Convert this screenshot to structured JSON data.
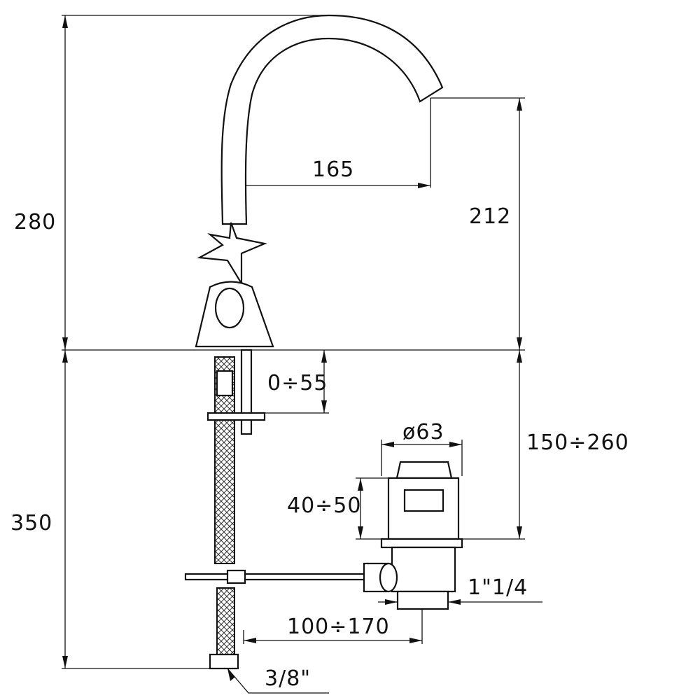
{
  "dimensions": {
    "total_height_above": "280",
    "spout_reach": "165",
    "spout_height": "212",
    "deck_thickness": "0÷55",
    "waste_height": "150÷260",
    "waste_diameter": "ø63",
    "waste_cap_height": "40÷50",
    "below_length": "350",
    "waste_thread": "1\"1/4",
    "rod_distance": "100÷170",
    "hose_connection": "3/8\""
  }
}
